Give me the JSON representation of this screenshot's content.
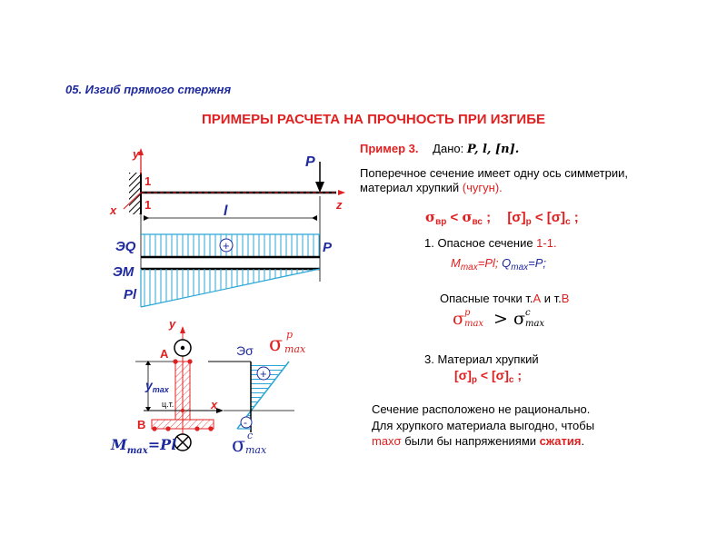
{
  "header": {
    "section": "05. Изгиб прямого стержня"
  },
  "title": "ПРИМЕРЫ РАСЧЕТА НА ПРОЧНОСТЬ ПРИ ИЗГИБЕ",
  "example": {
    "label": "Пример 3.",
    "given_prefix": "Дано:",
    "given_values": "P, l, [n].",
    "line1": "Поперечное сечение имеет одну ось симметрии,",
    "line2_pre": "материал хрупкий ",
    "line2_red": "(чугун).",
    "cond_sigma1": "σ",
    "cond_sub1": "вр",
    "cond_lt1": " < ",
    "cond_sigma2": "σ",
    "cond_sub2": "вс",
    "cond_sep": " ;",
    "cond_b1": "[σ]",
    "cond_sub3": "р",
    "cond_lt2": " < ",
    "cond_b2": "[σ]",
    "cond_sub4": "с",
    "cond_end": " ;",
    "step1_pre": "1. Опасное сечение ",
    "step1_red": "1-1.",
    "m_part": "M",
    "m_sub": "max",
    "m_eq": "=Pl;",
    "q_part": " Q",
    "q_sub": "max",
    "q_eq": "=P;",
    "points_pre": "Опасные точки т.",
    "points_a": "А",
    "points_mid": " и т.",
    "points_b": "В",
    "ineq_s1": "σ",
    "ineq_sup1": "p",
    "ineq_sub1": "max",
    "ineq_gt": " > ",
    "ineq_s2": "σ",
    "ineq_sup2": "c",
    "ineq_sub2": "max",
    "step3": "3. Материал хрупкий",
    "step3_b1": "[σ]",
    "step3_sub1": "р",
    "step3_lt": " < ",
    "step3_b2": "[σ]",
    "step3_sub2": "с",
    "step3_end": " ;",
    "concl1": "Сечение расположено не рационально.",
    "concl2": "Для хрупкого материала выгодно, чтобы",
    "concl3_red1": "maxσ",
    "concl3_mid": " были бы напряжениями ",
    "concl3_red2": "сжатия",
    "concl3_end": "."
  },
  "beam": {
    "axis_y": "y",
    "axis_x": "x",
    "axis_z": "z",
    "section_top": "1",
    "section_bot": "1",
    "length": "l",
    "load": "P",
    "eq_label": "ЭQ",
    "eq_sign": "+",
    "eq_value": "P",
    "em_label": "ЭМ",
    "em_value": "Pl"
  },
  "section": {
    "axis_y": "y",
    "axis_x": "x",
    "point_a": "А",
    "point_b": "В",
    "ymax_base": "y",
    "ymax_sub": "max",
    "centroid": "ц.т.",
    "moment_base": "M",
    "moment_sub": "max",
    "moment_eq": "=Pl",
    "stress_label": "Эσ",
    "plus": "+",
    "minus": "-",
    "sp_base": "σ",
    "sp_sup": "p",
    "sp_sub": "max",
    "sc_base": "σ",
    "sc_sup": "c",
    "sc_sub": "max"
  },
  "colors": {
    "blue": "#1e2a9e",
    "red": "#e02020",
    "hatch": "#2aa7d6",
    "fill": "#dff3fb"
  }
}
